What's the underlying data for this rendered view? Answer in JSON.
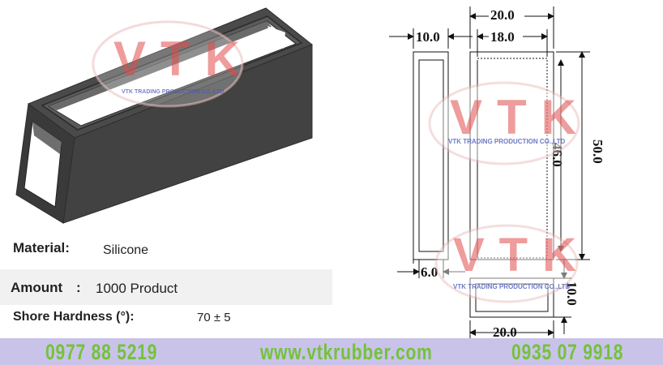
{
  "watermark": {
    "logo_text": "VTK",
    "tagline": "VTK TRADING PRODUCTION CO.,LTD"
  },
  "specs": {
    "material": {
      "label": "Material:",
      "value": "Silicone"
    },
    "amount": {
      "label": "Amount",
      "separator": ":",
      "value": "1000 Product"
    },
    "hardness": {
      "label": "Shore Hardness (°):",
      "value": "70 ± 5"
    }
  },
  "drawing": {
    "dims": {
      "overall_width": "20.0",
      "side_width": "10.0",
      "inner_width": "18.0",
      "overall_height": "50.0",
      "inner_height": "46.0",
      "slot_width": "6.0",
      "bottom_depth": "10.0",
      "bottom_width": "20.0"
    }
  },
  "footer": {
    "phone_left": "0977 88 5219",
    "website": "www.vtkrubber.com",
    "phone_right": "0935 07 9918"
  },
  "colors": {
    "part_dark": "#3e3e3e",
    "part_mid": "#555555",
    "footer_bg": "#c9c3ea",
    "footer_text": "#74c23a",
    "watermark_red": "#e04b4b",
    "watermark_blue": "#4a58b8"
  }
}
